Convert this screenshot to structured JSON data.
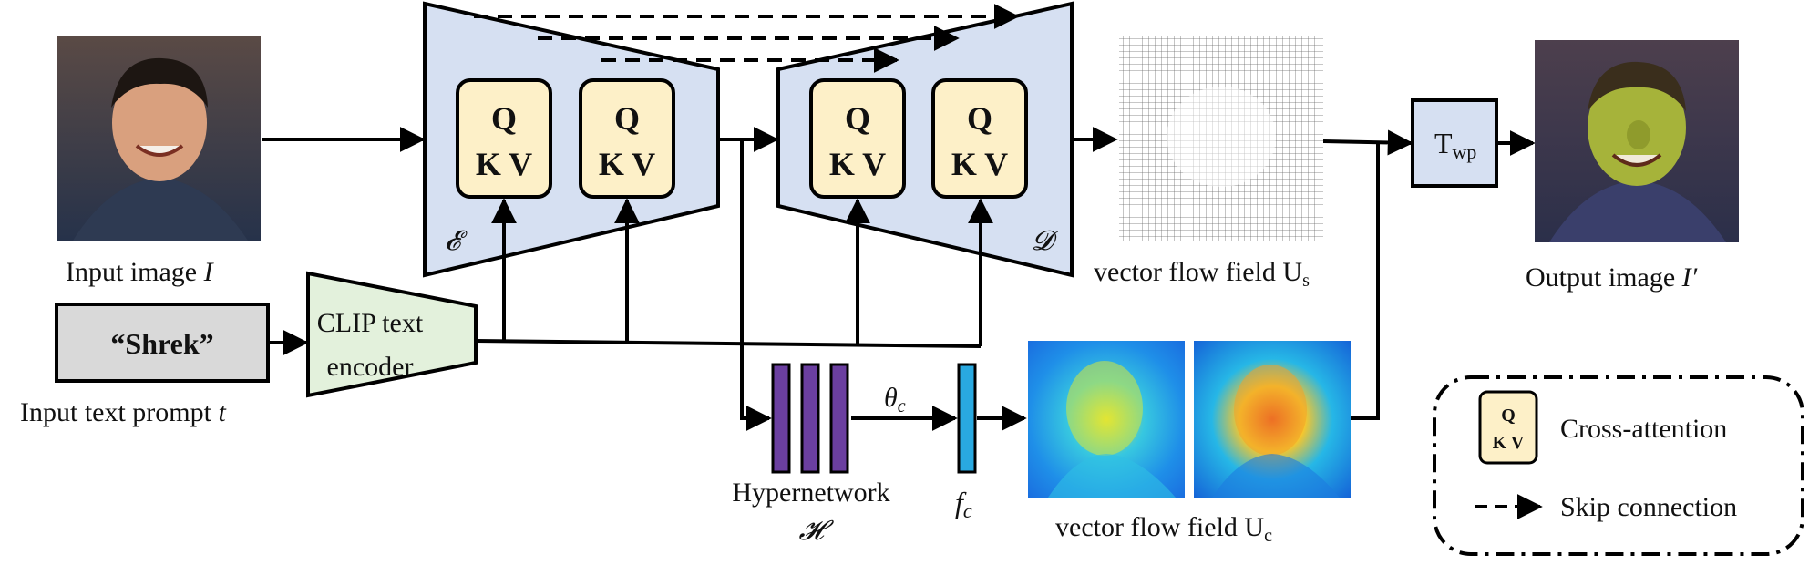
{
  "input_image": {
    "caption": "Input image ",
    "symbol": "I"
  },
  "prompt": {
    "text": "“Shrek”",
    "caption": "Input text prompt ",
    "symbol": "t"
  },
  "clip": {
    "line1": "CLIP text",
    "line2": "encoder"
  },
  "encoder": {
    "symbol": "𝓔"
  },
  "decoder": {
    "symbol": "𝓓"
  },
  "attention_block": {
    "q": "Q",
    "kv": "K V"
  },
  "flow_s": {
    "caption": "vector flow field U",
    "sub": "s"
  },
  "warp": {
    "main": "T",
    "sub": "wp"
  },
  "output_image": {
    "caption": "Output image ",
    "symbol": "I′"
  },
  "hypernetwork": {
    "label": "Hypernetwork",
    "symbol": "𝓗",
    "theta": "θ",
    "theta_sub": "c"
  },
  "feature": {
    "symbol": "f",
    "sub": "c"
  },
  "flow_c": {
    "caption": "vector flow field U",
    "sub": "c"
  },
  "legend": {
    "cross_attention": "Cross-attention",
    "skip": "Skip connection",
    "q": "Q",
    "kv": "K V"
  },
  "colors": {
    "encoder_fill": "#d6e0f2",
    "attention_fill": "#fdf0c8",
    "clip_fill": "#e3f1dc",
    "prompt_fill": "#d9d9d9",
    "hyper_fill": "#6b3fa0",
    "feature_fill": "#29a9e0",
    "warp_fill": "#d6e0f2"
  }
}
